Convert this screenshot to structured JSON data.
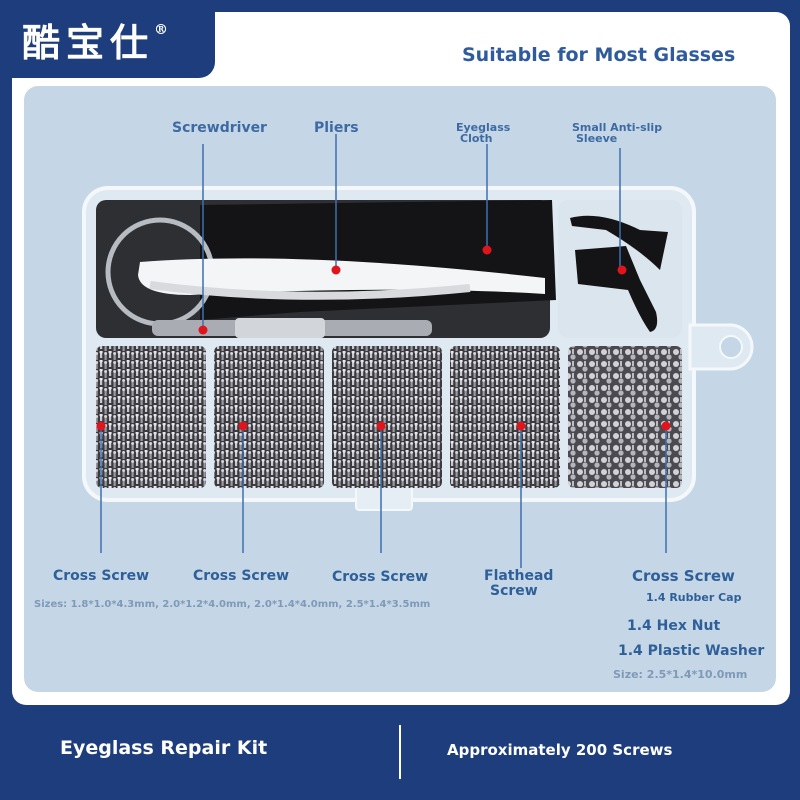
{
  "brand": {
    "name": "酷宝仕",
    "reg_mark": "®"
  },
  "headline": "Suitable for Most Glasses",
  "top_labels": {
    "screwdriver": "Screwdriver",
    "pliers": "Pliers",
    "cloth_line1": "Eyeglass",
    "cloth_line2": "Cloth",
    "sleeve_line1": "Small Anti-slip",
    "sleeve_line2": "Sleeve"
  },
  "bottom_labels": {
    "cross1": "Cross Screw",
    "cross2": "Cross Screw",
    "cross3": "Cross Screw",
    "flat_line1": "Flathead",
    "flat_line2": "Screw",
    "cross4": "Cross Screw",
    "rubber_cap": "1.4 Rubber Cap",
    "hex_nut": "1.4 Hex Nut",
    "washer": "1.4 Plastic Washer",
    "sizes": "Sizes: 1.8*1.0*4.3mm, 2.0*1.2*4.0mm, 2.0*1.4*4.0mm, 2.5*1.4*3.5mm",
    "size_right": "Size: 2.5*1.4*10.0mm"
  },
  "footer": {
    "left": "Eyeglass Repair Kit",
    "right": "Approximately 200 Screws"
  },
  "colors": {
    "brand_blue": "#1e3d7c",
    "label_blue": "#2f5f99",
    "panel": "#c5d7e6",
    "marker": "#e0141c"
  }
}
